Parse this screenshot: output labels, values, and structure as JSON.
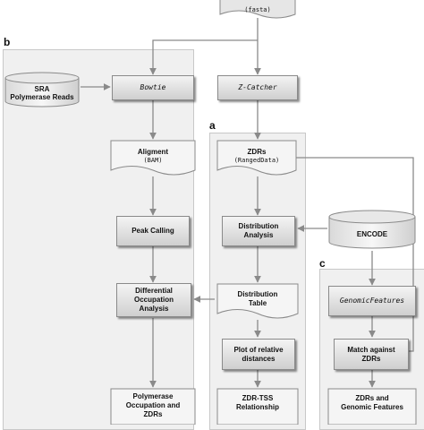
{
  "panels": {
    "a": {
      "label": "a"
    },
    "b": {
      "label": "b"
    },
    "c": {
      "label": "c"
    }
  },
  "nodes": {
    "fasta_input": {
      "mono": "(fasta)"
    },
    "bowtie": {
      "tool": "Bowtie"
    },
    "zcatcher": {
      "tool": "Z-Catcher"
    },
    "sra": {
      "title": "SRA",
      "subtitle": "Polymerase Reads"
    },
    "encode": {
      "title": "ENCODE"
    },
    "alignment": {
      "title": "Aligment",
      "mono": "(BAM)"
    },
    "zdrs": {
      "title": "ZDRs",
      "mono": "(RangedData)"
    },
    "peak_calling": {
      "title": "Peak Calling"
    },
    "distribution_analysis": {
      "line1": "Distribution",
      "line2": "Analysis"
    },
    "differential_occupation": {
      "line1": "Differential",
      "line2": "Occupation",
      "line3": "Analysis"
    },
    "distribution_table": {
      "line1": "Distribution",
      "line2": "Table"
    },
    "genomic_features": {
      "tool": "GenomicFeatures"
    },
    "plot_distances": {
      "line1": "Plot of relative",
      "line2": "distances"
    },
    "match_zdrs": {
      "line1": "Match against",
      "line2": "ZDRs"
    },
    "polymerase_occupation": {
      "line1": "Polymerase",
      "line2": "Occupation and",
      "line3": "ZDRs"
    },
    "zdr_tss": {
      "line1": "ZDR-TSS",
      "line2": "Relationship"
    },
    "zdrs_genomic": {
      "line1": "ZDRs and",
      "line2": "Genomic Features"
    }
  },
  "colors": {
    "panel_bg": "#f0f0f0",
    "panel_border": "#c8c8c8",
    "arrow": "#8a8a8a",
    "box_border": "#8a8a8a"
  }
}
